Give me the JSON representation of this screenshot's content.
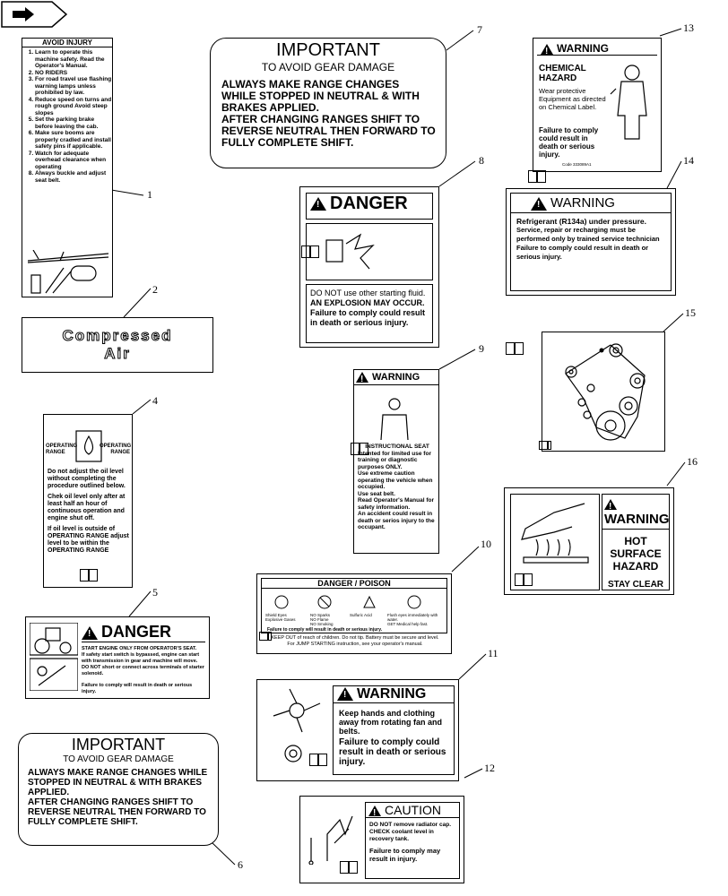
{
  "nav": {
    "icon": "arrow-icon"
  },
  "callouts": [
    "1",
    "2",
    "4",
    "5",
    "6",
    "7",
    "8",
    "9",
    "10",
    "11",
    "12",
    "13",
    "14",
    "15",
    "16"
  ],
  "d1": {
    "title": "AVOID INJURY",
    "items": [
      "Learn to operate this machine safety. Read the Operator's Manual.",
      "NO RIDERS",
      "For road travel use flashing warning lamps unless prohibited by law.",
      "Reduce speed on turns and rough ground Avoid steep slopes",
      "Set the parking brake before leaving the cab.",
      "Make sure booms are properly cradled and install safety pins if applicable.",
      "Watch for adequate overhead clearance when operating",
      "Always buckle and adjust seat belt."
    ]
  },
  "d2": {
    "line1": "Compressed",
    "line2": "Air"
  },
  "d4": {
    "left": "OPERATING RANGE",
    "right": "OPERATING RANGE",
    "p1": "Do not adjust the oil level without completing the procedure outlined below.",
    "p2": "Chek oil level only after at least half an hour of continuous operation and engine shut off.",
    "p3": "If oil level is outside of OPERATING RANGE adjust level to be within the OPERATING RANGE"
  },
  "d5": {
    "title": "DANGER",
    "l1": "START ENGINE ONLY FROM OPERATOR'S SEAT.",
    "l2": "If safety start switch is bypassed, engine can start with transmission in gear and machine will move.",
    "l3": "DO NOT short or connect across terminals of starter solenoid.",
    "l4": "Failure to comply will result in death or serious injury."
  },
  "d6": {
    "title": "IMPORTANT",
    "sub": "TO AVOID GEAR DAMAGE",
    "b1": "ALWAYS MAKE RANGE CHANGES WHILE STOPPED IN NEUTRAL & WITH BRAKES APPLIED.",
    "b2": "AFTER CHANGING RANGES SHIFT TO REVERSE NEUTRAL THEN FORWARD TO FULLY COMPLETE SHIFT."
  },
  "d7": {
    "title": "IMPORTANT",
    "sub": "TO AVOID GEAR DAMAGE",
    "b1": "ALWAYS MAKE RANGE CHANGES WHILE STOPPED IN NEUTRAL & WITH BRAKES APPLIED.",
    "b2": "AFTER CHANGING RANGES SHIFT TO REVERSE NEUTRAL THEN FORWARD TO FULLY COMPLETE SHIFT."
  },
  "d8": {
    "title": "DANGER",
    "l1": "DO NOT use other starting fluid.",
    "l2": "AN EXPLOSION MAY OCCUR.",
    "l3": "Failure to comply could result in death or serious injury."
  },
  "d9": {
    "title": "WARNING",
    "head": "INSTRUCTIONAL SEAT",
    "items": [
      "Intented for limited use for training or diagnostic purposes ONLY.",
      "Use extreme caution operating the vehicle when occupied.",
      "Use seat belt.",
      "Read Operator's Manual for safety information."
    ],
    "tail": "An accident could result in death or serios injury to the occupant."
  },
  "d10": {
    "title": "DANGER / POISON",
    "c1": "Shield Eyes",
    "c1b": "Explosive Gases",
    "c2": "NO Sparks",
    "c2b": "NO Flame",
    "c2c": "NO Smoking",
    "c3": "Sulfuric Acid",
    "c4": "Flush eyes immediately with water.",
    "c4b": "GET Medical help fast.",
    "fail": "Failure to comply will result in death or serious injury.",
    "f1": "KEEP OUT of reach of children. Do not tip. Battery must be secure and level.",
    "f2": "For JUMP STARTING instruction, see your operator's manual."
  },
  "d11": {
    "title": "WARNING",
    "l1": "Keep hands and clothing away from rotating fan and belts.",
    "l2": "Failure to comply could result in death or serious injury."
  },
  "d12": {
    "title": "CAUTION",
    "l1": "DO NOT remove radiator cap.",
    "l2": "CHECK coolant level in recovery tank.",
    "l3": "Failure to comply may result in injury."
  },
  "d13": {
    "title": "WARNING",
    "hazard": "CHEMICAL HAZARD",
    "l1": "Wear protective Equipment as directed on Chemical Label.",
    "l2": "Failure to comply could result in death or serious injury.",
    "code": "Code 333089A1"
  },
  "d14": {
    "title": "WARNING",
    "l1": "Refrigerant (R134a) under pressure.",
    "l2": "Service, repair or recharging must be performed only by trained service technician",
    "l3": "Failure to comply could result in death or serious injury."
  },
  "d16": {
    "title": "WARNING",
    "l1": "HOT SURFACE",
    "l2": "HAZARD",
    "l3": "STAY CLEAR"
  }
}
